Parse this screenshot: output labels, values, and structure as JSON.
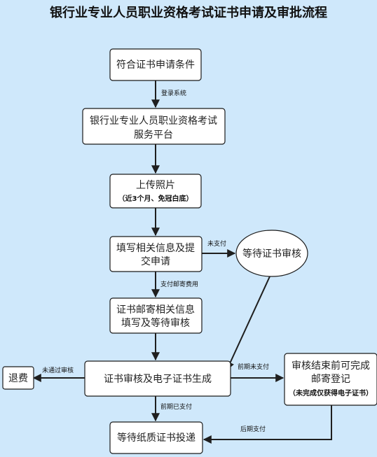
{
  "title": "银行业专业人员职业资格考试证书申请及审批流程",
  "nodes": {
    "conditions": "符合证书申请条件",
    "platform": [
      "银行业专业人员职业资格考试",
      "服务平台"
    ],
    "photo": [
      "上传照片",
      "（近3个月、免冠白底）"
    ],
    "fill_info": [
      "填写相关信息及提",
      "交申请"
    ],
    "wait_review": "等待证书审核",
    "mail_info": [
      "证书邮寄相关信息",
      "填写及等待审核"
    ],
    "refund": "退费",
    "review_gen": "证书审核及电子证书生成",
    "mail_register": [
      "审核结束前可完成",
      "邮寄登记",
      "（未完成仅获得电子证书）"
    ],
    "paper_delivery": "等待纸质证书投递"
  },
  "edges": {
    "login": "登录系统",
    "unpaid": "未支付",
    "paid_postage": "支付邮寄费用",
    "not_passed": "未通过审核",
    "early_unpaid": "前期未支付",
    "early_paid": "前期已支付",
    "later_paid": "后期支付"
  },
  "colors": {
    "background": "#cfe8fb",
    "box_fill": "#ffffff",
    "stroke": "#1b1b1b"
  }
}
